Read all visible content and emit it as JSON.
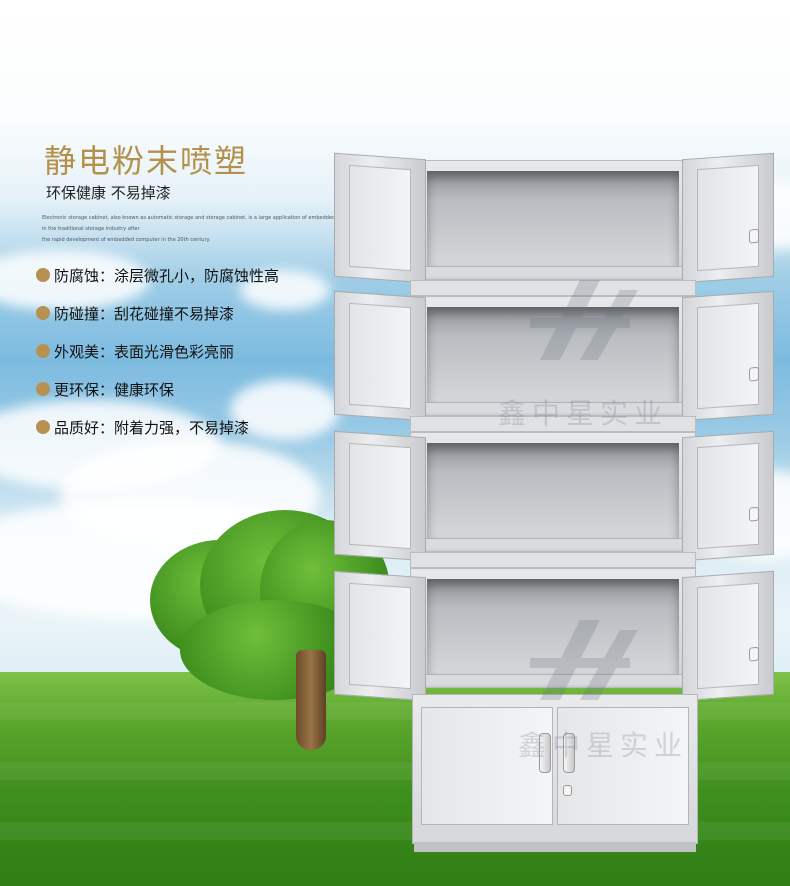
{
  "headline": "静电粉末喷塑",
  "subheadline": "环保健康  不易掉漆",
  "fine_print": [
    "Electronic storage cabinet, also known as automatic storage and storage cabinet, is a large application of embedded computer",
    "in the traditional storage industry after",
    "the rapid development of embedded computer in the 20th century."
  ],
  "features": [
    {
      "label": "防腐蚀",
      "text": "涂层微孔小，防腐蚀性高"
    },
    {
      "label": "防碰撞",
      "text": "刮花碰撞不易掉漆"
    },
    {
      "label": "外观美",
      "text": "表面光滑色彩亮丽"
    },
    {
      "label": "更环保",
      "text": "健康环保"
    },
    {
      "label": "品质好",
      "text": "附着力强，不易掉漆"
    }
  ],
  "separator": "：",
  "watermark": "鑫中星实业",
  "colors": {
    "accent": "#b3914a",
    "dot": "#b69152"
  }
}
